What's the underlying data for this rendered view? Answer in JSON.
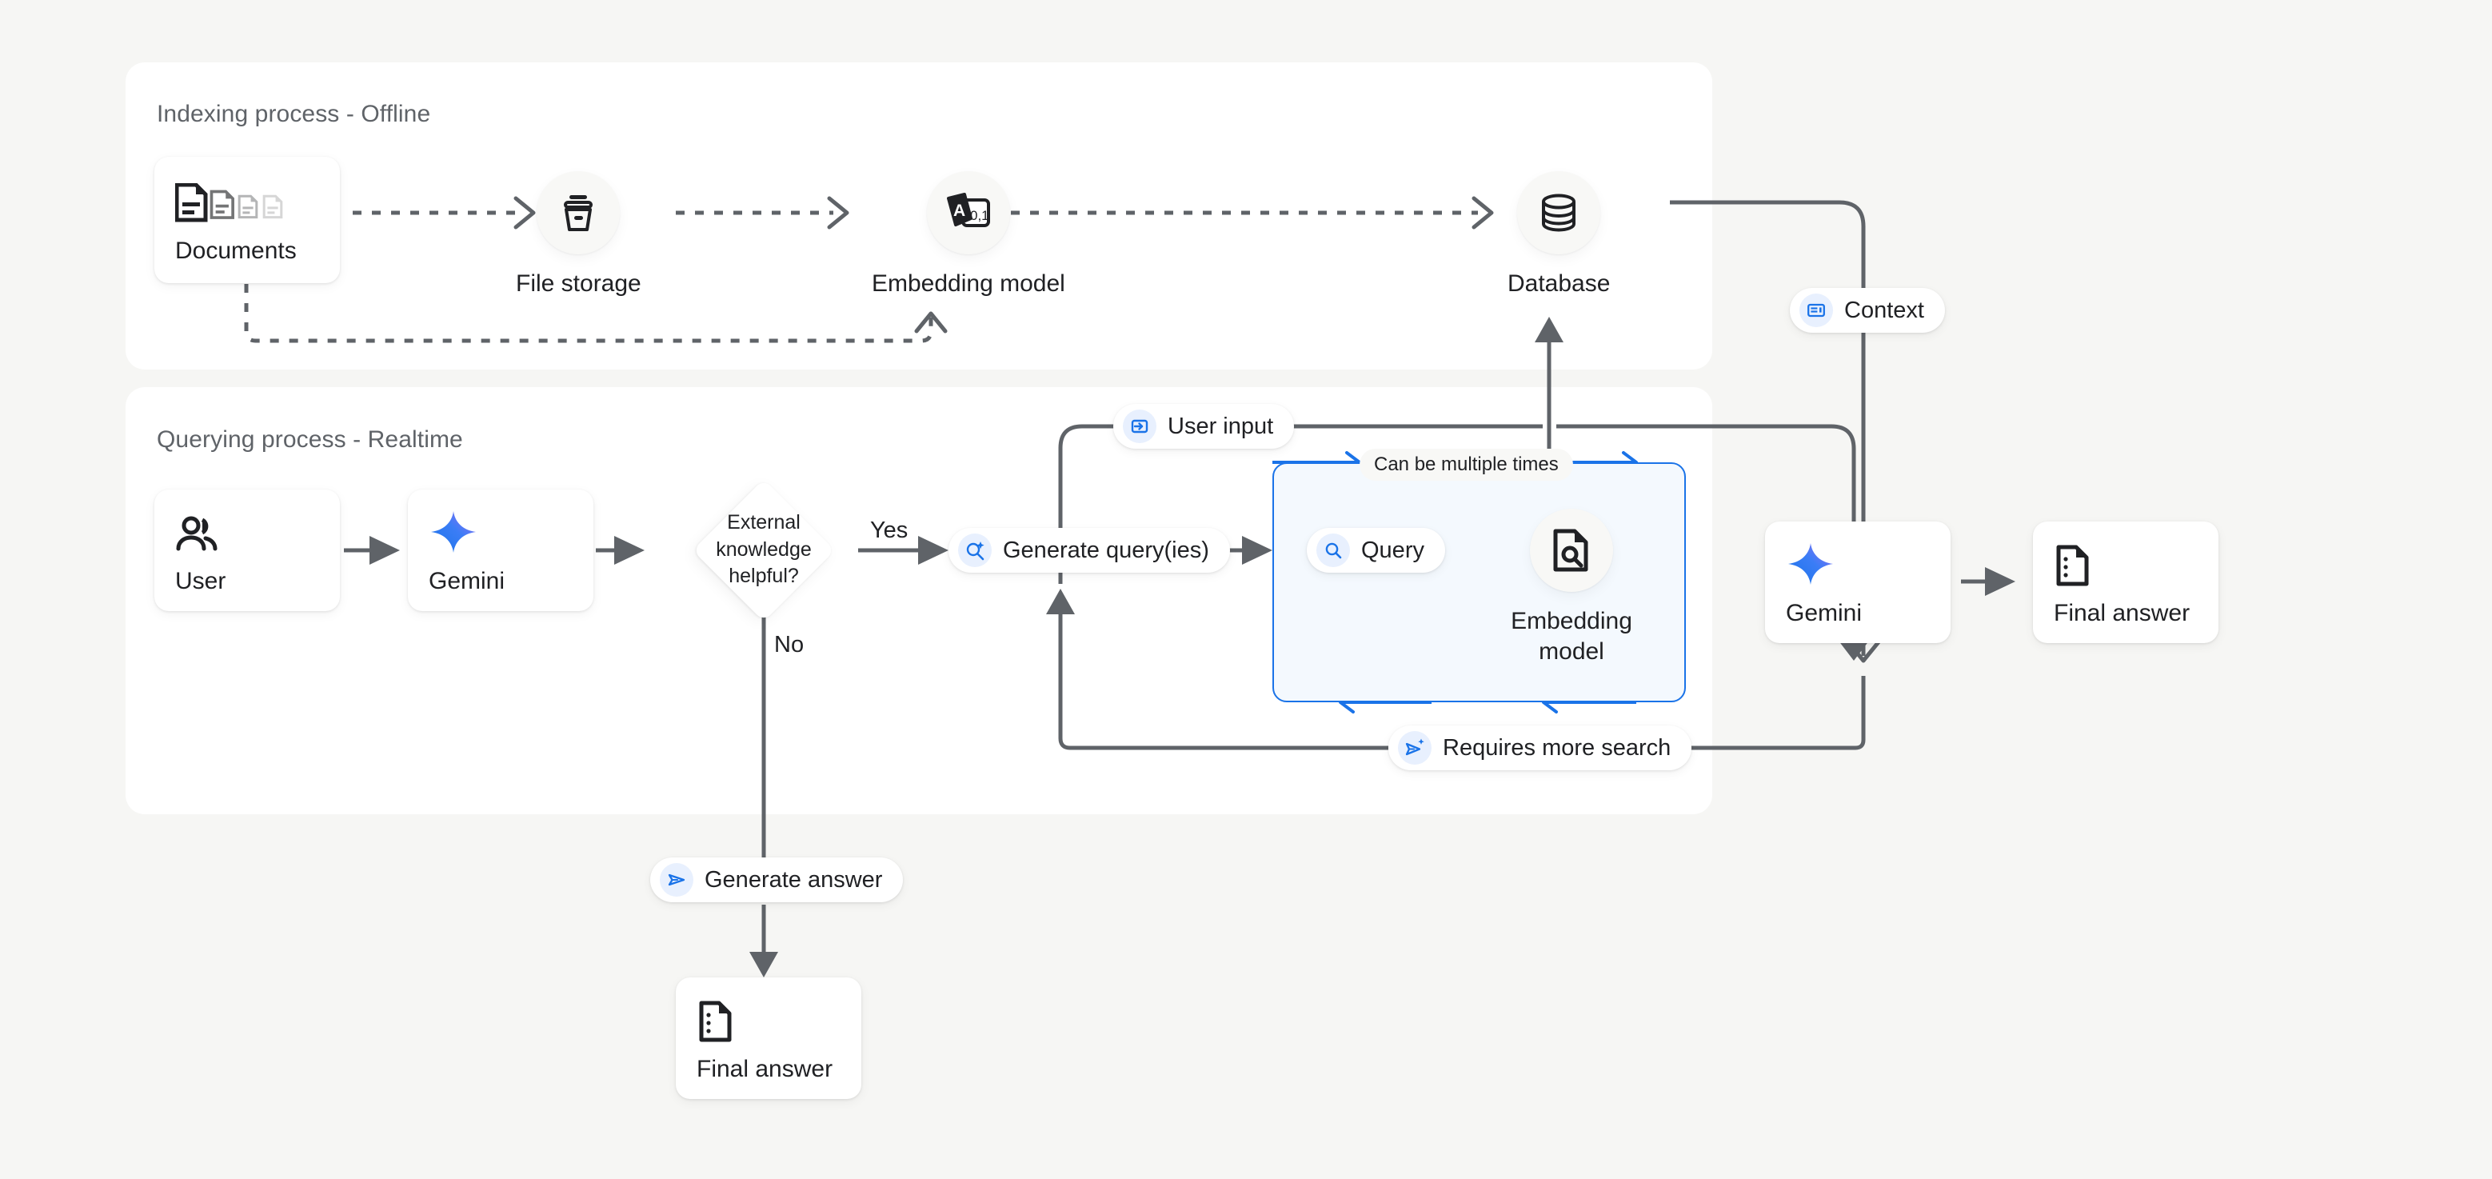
{
  "page": {
    "background": "#f6f6f4",
    "accent_blue": "#1a73e8",
    "edge_gray": "#5f6368"
  },
  "panels": [
    {
      "id": "indexing",
      "title": "Indexing process - Offline"
    },
    {
      "id": "querying",
      "title": "Querying process - Realtime"
    }
  ],
  "indexing": {
    "documents": {
      "label": "Documents",
      "icon": "documents-icon"
    },
    "file_storage": {
      "label": "File storage",
      "icon": "file-storage-icon"
    },
    "embedding_model": {
      "label": "Embedding model",
      "icon": "embedding-model-icon"
    },
    "database": {
      "label": "Database",
      "icon": "database-icon"
    }
  },
  "querying": {
    "user": {
      "label": "User",
      "icon": "users-icon"
    },
    "gemini_left": {
      "label": "Gemini",
      "icon": "gemini-sparkle-icon"
    },
    "decision": {
      "line1": "External",
      "line2": "knowledge",
      "line3": "helpful?"
    },
    "yes_label": "Yes",
    "no_label": "No",
    "generate_query": {
      "label": "Generate query(ies)",
      "icon": "search-sparkle-icon"
    },
    "loop_caption": "Can be multiple times",
    "query_pill": {
      "label": "Query",
      "icon": "search-icon"
    },
    "embedding_model": {
      "line1": "Embedding",
      "line2": "model",
      "icon": "document-search-icon"
    },
    "user_input_pill": {
      "label": "User input",
      "icon": "input-arrow-icon"
    },
    "requires_more_search_pill": {
      "label": "Requires more search",
      "icon": "send-sparkle-icon"
    },
    "context_pill": {
      "label": "Context",
      "icon": "article-icon"
    },
    "gemini_right": {
      "label": "Gemini",
      "icon": "gemini-sparkle-icon"
    },
    "final_answer_right": {
      "label": "Final answer",
      "icon": "answer-document-icon"
    },
    "generate_answer_pill": {
      "label": "Generate answer",
      "icon": "send-icon"
    },
    "final_answer_bottom": {
      "label": "Final answer",
      "icon": "answer-document-icon"
    }
  }
}
